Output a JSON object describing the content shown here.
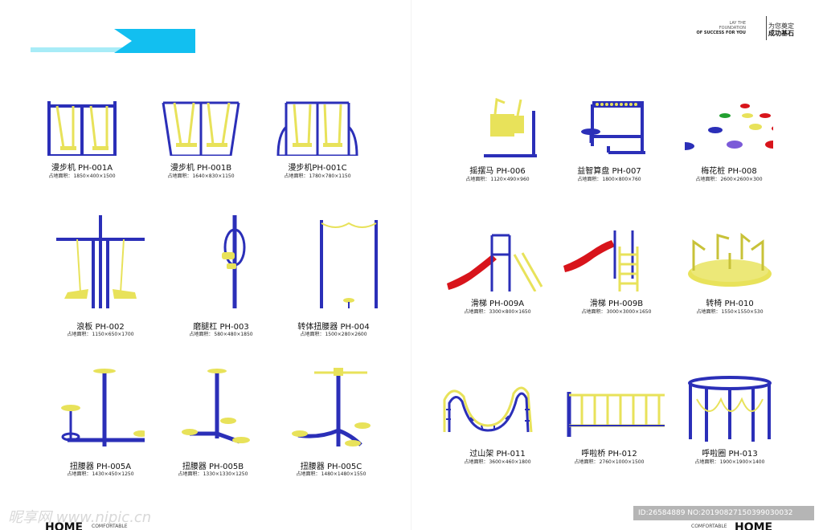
{
  "brand": {
    "en_line1": "LAY THE",
    "en_line2": "FOUNDATION",
    "en_line3": "OF SUCCESS FOR YOU",
    "cn_line1": "为您奠定",
    "cn_line2": "成功基石"
  },
  "area_label": "占地面积：",
  "products": [
    {
      "id": "p001a",
      "name": "漫步机 PH-001A",
      "dims": "1850×400×1500"
    },
    {
      "id": "p001b",
      "name": "漫步机 PH-001B",
      "dims": "1640×830×1150"
    },
    {
      "id": "p001c",
      "name": "漫步机PH-001C",
      "dims": "1780×780×1150"
    },
    {
      "id": "p002",
      "name": "浪板 PH-002",
      "dims": "1150×650×1700"
    },
    {
      "id": "p003",
      "name": "磨腿杠 PH-003",
      "dims": "580×480×1850"
    },
    {
      "id": "p004",
      "name": "转体扭腰器 PH-004",
      "dims": "1500×280×2600"
    },
    {
      "id": "p005a",
      "name": "扭腰器 PH-005A",
      "dims": "1430×450×1250"
    },
    {
      "id": "p005b",
      "name": "扭腰器 PH-005B",
      "dims": "1330×1330×1250"
    },
    {
      "id": "p005c",
      "name": "扭腰器 PH-005C",
      "dims": "1480×1480×1550"
    },
    {
      "id": "p006",
      "name": "摇摆马 PH-006",
      "dims": "1120×490×960"
    },
    {
      "id": "p007",
      "name": "益智算盘 PH-007",
      "dims": "1800×800×760"
    },
    {
      "id": "p008",
      "name": "梅花桩 PH-008",
      "dims": "2600×2600×300"
    },
    {
      "id": "p009a",
      "name": "滑梯 PH-009A",
      "dims": "3300×800×1650"
    },
    {
      "id": "p009b",
      "name": "滑梯 PH-009B",
      "dims": "3000×3000×1650"
    },
    {
      "id": "p010",
      "name": "转椅 PH-010",
      "dims": "1550×1550×530"
    },
    {
      "id": "p011",
      "name": "过山架 PH-011",
      "dims": "3600×460×1800"
    },
    {
      "id": "p012",
      "name": "呼啦桥 PH-012",
      "dims": "2760×1000×1500"
    },
    {
      "id": "p013",
      "name": "呼啦圈 PH-013",
      "dims": "1900×1900×1400"
    }
  ],
  "footer": {
    "home": "HOME",
    "comfortable": "COMFORTABLE",
    "watermark": "昵享网 www.nipic.cn",
    "id_badge": "ID:26584889 NO:20190827150399030032"
  },
  "colors": {
    "frame_blue": "#2b2fb8",
    "seat_yellow": "#e8e25a",
    "slide_red": "#d8141b",
    "accent_cyan": "#12bff0"
  }
}
